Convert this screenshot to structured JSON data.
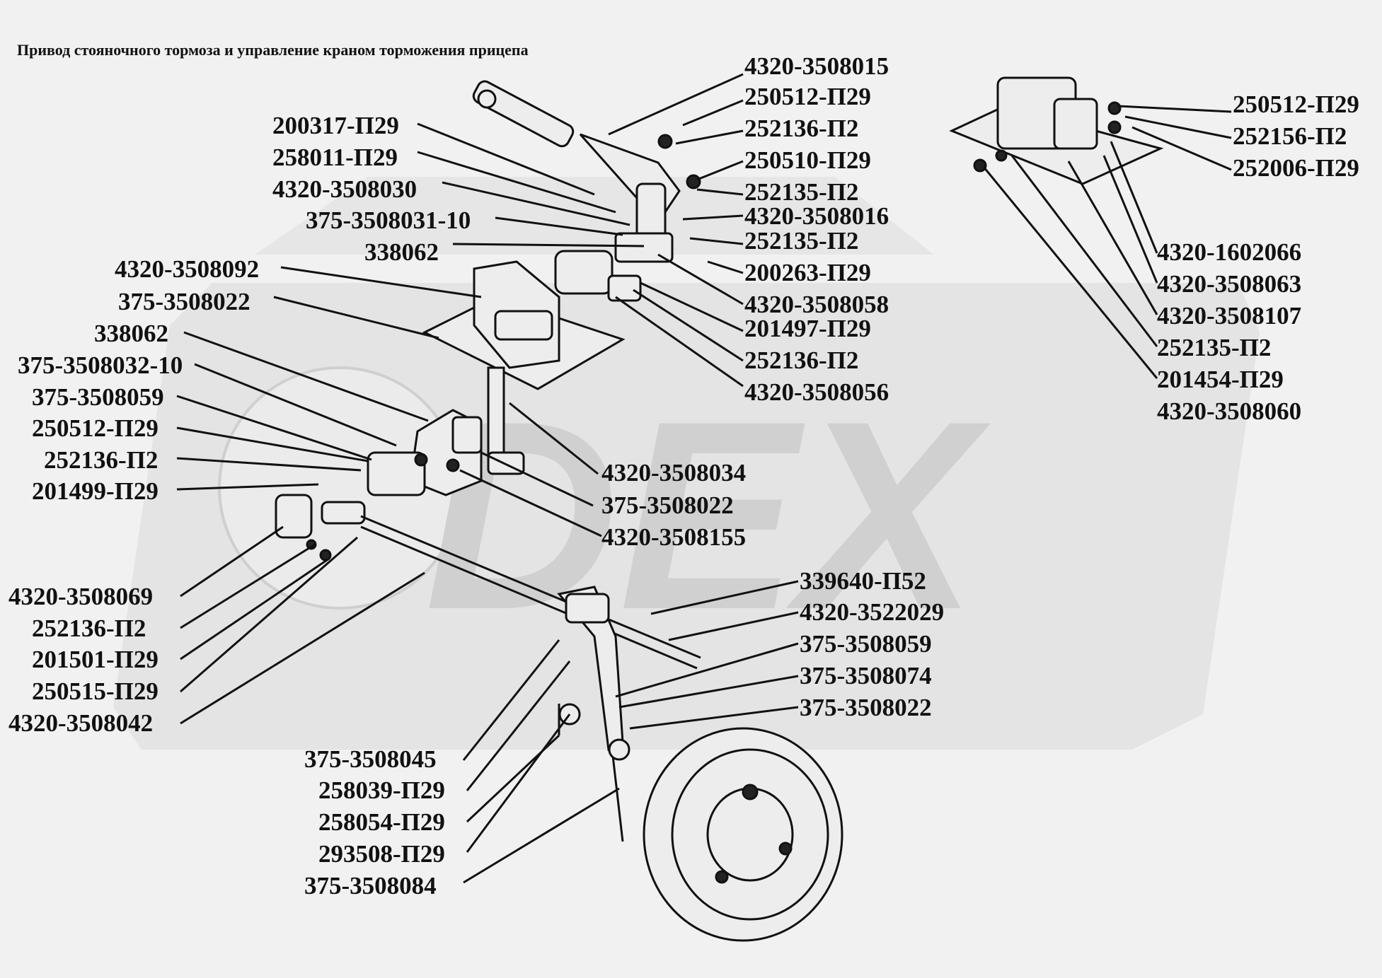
{
  "title": "Привод стояночного тормоза и управление краном торможения прицепа",
  "watermark": {
    "text": "DEX",
    "color": "#d7d7d7"
  },
  "labels": {
    "l4320_3508015": "4320-3508015",
    "l250512_P29_a": "250512-П29",
    "l252136_P2_a": "252136-П2",
    "l250510_P29": "250510-П29",
    "l252135_P2_a": "252135-П2",
    "l4320_3508016": "4320-3508016",
    "l252135_P2_b": "252135-П2",
    "l200263_P29": "200263-П29",
    "l4320_3508058": "4320-3508058",
    "l201497_P29": "201497-П29",
    "l252136_P2_b": "252136-П2",
    "l4320_3508056": "4320-3508056",
    "l200317_P29": "200317-П29",
    "l258011_P29": "258011-П29",
    "l4320_3508030": "4320-3508030",
    "l375_3508031_10": "375-3508031-10",
    "l338062_a": "338062",
    "l4320_3508092": "4320-3508092",
    "l375_3508022_a": "375-3508022",
    "l338062_b": "338062",
    "l375_3508032_10": "375-3508032-10",
    "l375_3508059_a": "375-3508059",
    "l250512_P29_b": "250512-П29",
    "l252136_P2_c": "252136-П2",
    "l201499_P29": "201499-П29",
    "l4320_3508034": "4320-3508034",
    "l375_3508022_b": "375-3508022",
    "l4320_3508155": "4320-3508155",
    "l250512_P29_c": "250512-П29",
    "l252156_P2": "252156-П2",
    "l252006_P29": "252006-П29",
    "l4320_1602066": "4320-1602066",
    "l4320_3508063": "4320-3508063",
    "l4320_3508107": "4320-3508107",
    "l252135_P2_c": "252135-П2",
    "l201454_P29": "201454-П29",
    "l4320_3508060": "4320-3508060",
    "l339640_P52": "339640-П52",
    "l4320_3522029": "4320-3522029",
    "l375_3508059_b": "375-3508059",
    "l375_3508074": "375-3508074",
    "l375_3508022_c": "375-3508022",
    "l4320_3508069": "4320-3508069",
    "l252136_P2_d": "252136-П2",
    "l201501_P29": "201501-П29",
    "l250515_P29": "250515-П29",
    "l4320_3508042": "4320-3508042",
    "l375_3508045": "375-3508045",
    "l258039_P29": "258039-П29",
    "l258054_P29": "258054-П29",
    "l293508_P29": "293508-П29",
    "l375_3508084": "375-3508084"
  }
}
